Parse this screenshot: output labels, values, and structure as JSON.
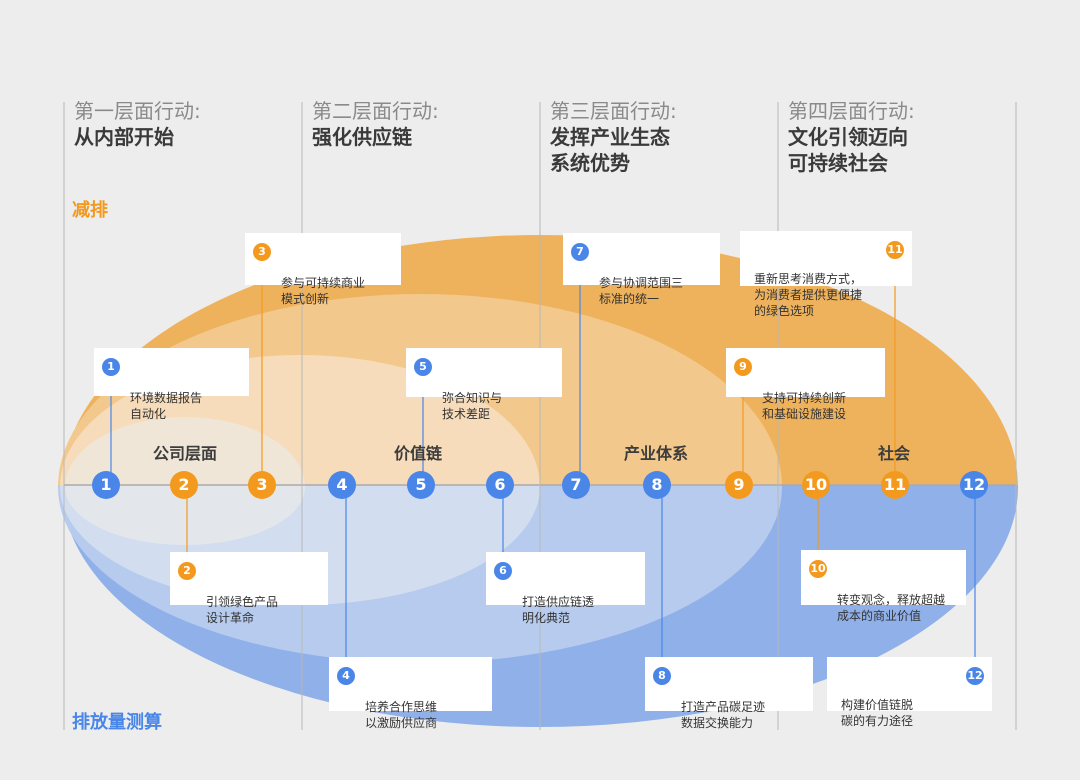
{
  "colors": {
    "orange": "#f39a1e",
    "blue": "#4a86e8",
    "orange_fill": "#efb25c",
    "blue_fill": "#8fb0e8",
    "divider": "#b8b8b8"
  },
  "phases": [
    {
      "phase": "第一层面行动:",
      "title": "从内部开始"
    },
    {
      "phase": "第二层面行动:",
      "title": "强化供应链"
    },
    {
      "phase": "第三层面行动:",
      "title": "发挥产业生态\n系统优势"
    },
    {
      "phase": "第四层面行动:",
      "title": "文化引领迈向\n可持续社会"
    }
  ],
  "side_labels": {
    "top": "减排",
    "bottom": "排放量测算"
  },
  "zones": [
    "公司层面",
    "价值链",
    "产业体系",
    "社会"
  ],
  "nodes": [
    {
      "num": "1",
      "color": "blue"
    },
    {
      "num": "2",
      "color": "orange"
    },
    {
      "num": "3",
      "color": "orange"
    },
    {
      "num": "4",
      "color": "blue"
    },
    {
      "num": "5",
      "color": "blue"
    },
    {
      "num": "6",
      "color": "blue"
    },
    {
      "num": "7",
      "color": "blue"
    },
    {
      "num": "8",
      "color": "blue"
    },
    {
      "num": "9",
      "color": "orange"
    },
    {
      "num": "10",
      "color": "orange"
    },
    {
      "num": "11",
      "color": "orange"
    },
    {
      "num": "12",
      "color": "blue"
    }
  ],
  "cards": [
    {
      "num": "1",
      "color": "blue",
      "text": "环境数据报告\n自动化"
    },
    {
      "num": "2",
      "color": "orange",
      "text": "引领绿色产品\n设计革命"
    },
    {
      "num": "3",
      "color": "orange",
      "text": "参与可持续商业\n模式创新"
    },
    {
      "num": "4",
      "color": "blue",
      "text": "培养合作思维\n以激励供应商"
    },
    {
      "num": "5",
      "color": "blue",
      "text": "弥合知识与\n技术差距"
    },
    {
      "num": "6",
      "color": "blue",
      "text": "打造供应链透\n明化典范"
    },
    {
      "num": "7",
      "color": "blue",
      "text": "参与协调范围三\n标准的统一"
    },
    {
      "num": "8",
      "color": "blue",
      "text": "打造产品碳足迹\n数据交换能力"
    },
    {
      "num": "9",
      "color": "orange",
      "text": "支持可持续创新\n和基础设施建设"
    },
    {
      "num": "10",
      "color": "orange",
      "text": "转变观念，释放超越\n成本的商业价值"
    },
    {
      "num": "11",
      "color": "orange",
      "text": "重新思考消费方式，\n为消费者提供更便捷\n的绿色选项"
    },
    {
      "num": "12",
      "color": "blue",
      "text": "构建价值链脱\n碳的有力途径"
    }
  ]
}
